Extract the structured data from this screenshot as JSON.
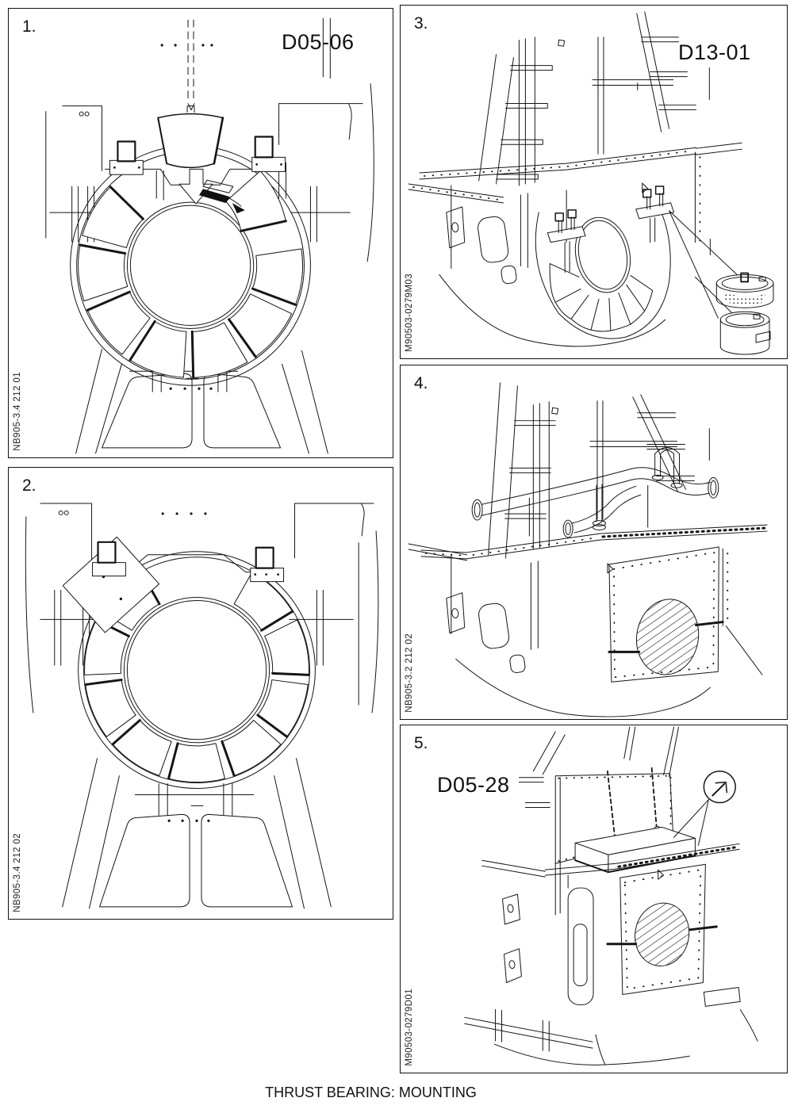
{
  "page": {
    "caption": "THRUST BEARING: MOUNTING",
    "ink_color": "#151515",
    "paper_color": "#ffffff"
  },
  "panels": [
    {
      "number": "1.",
      "ref_label": "D05-06",
      "side_code": "NB905-3.4 212 01"
    },
    {
      "number": "2.",
      "ref_label": "",
      "side_code": "NB905-3.4 212 02"
    },
    {
      "number": "3.",
      "ref_label": "D13-01",
      "side_code": "M90503-0279M03"
    },
    {
      "number": "4.",
      "ref_label": "",
      "side_code": "NB905-3.2 212 02"
    },
    {
      "number": "5.",
      "ref_label": "D05-28",
      "side_code": "M90503-0279D01"
    }
  ]
}
